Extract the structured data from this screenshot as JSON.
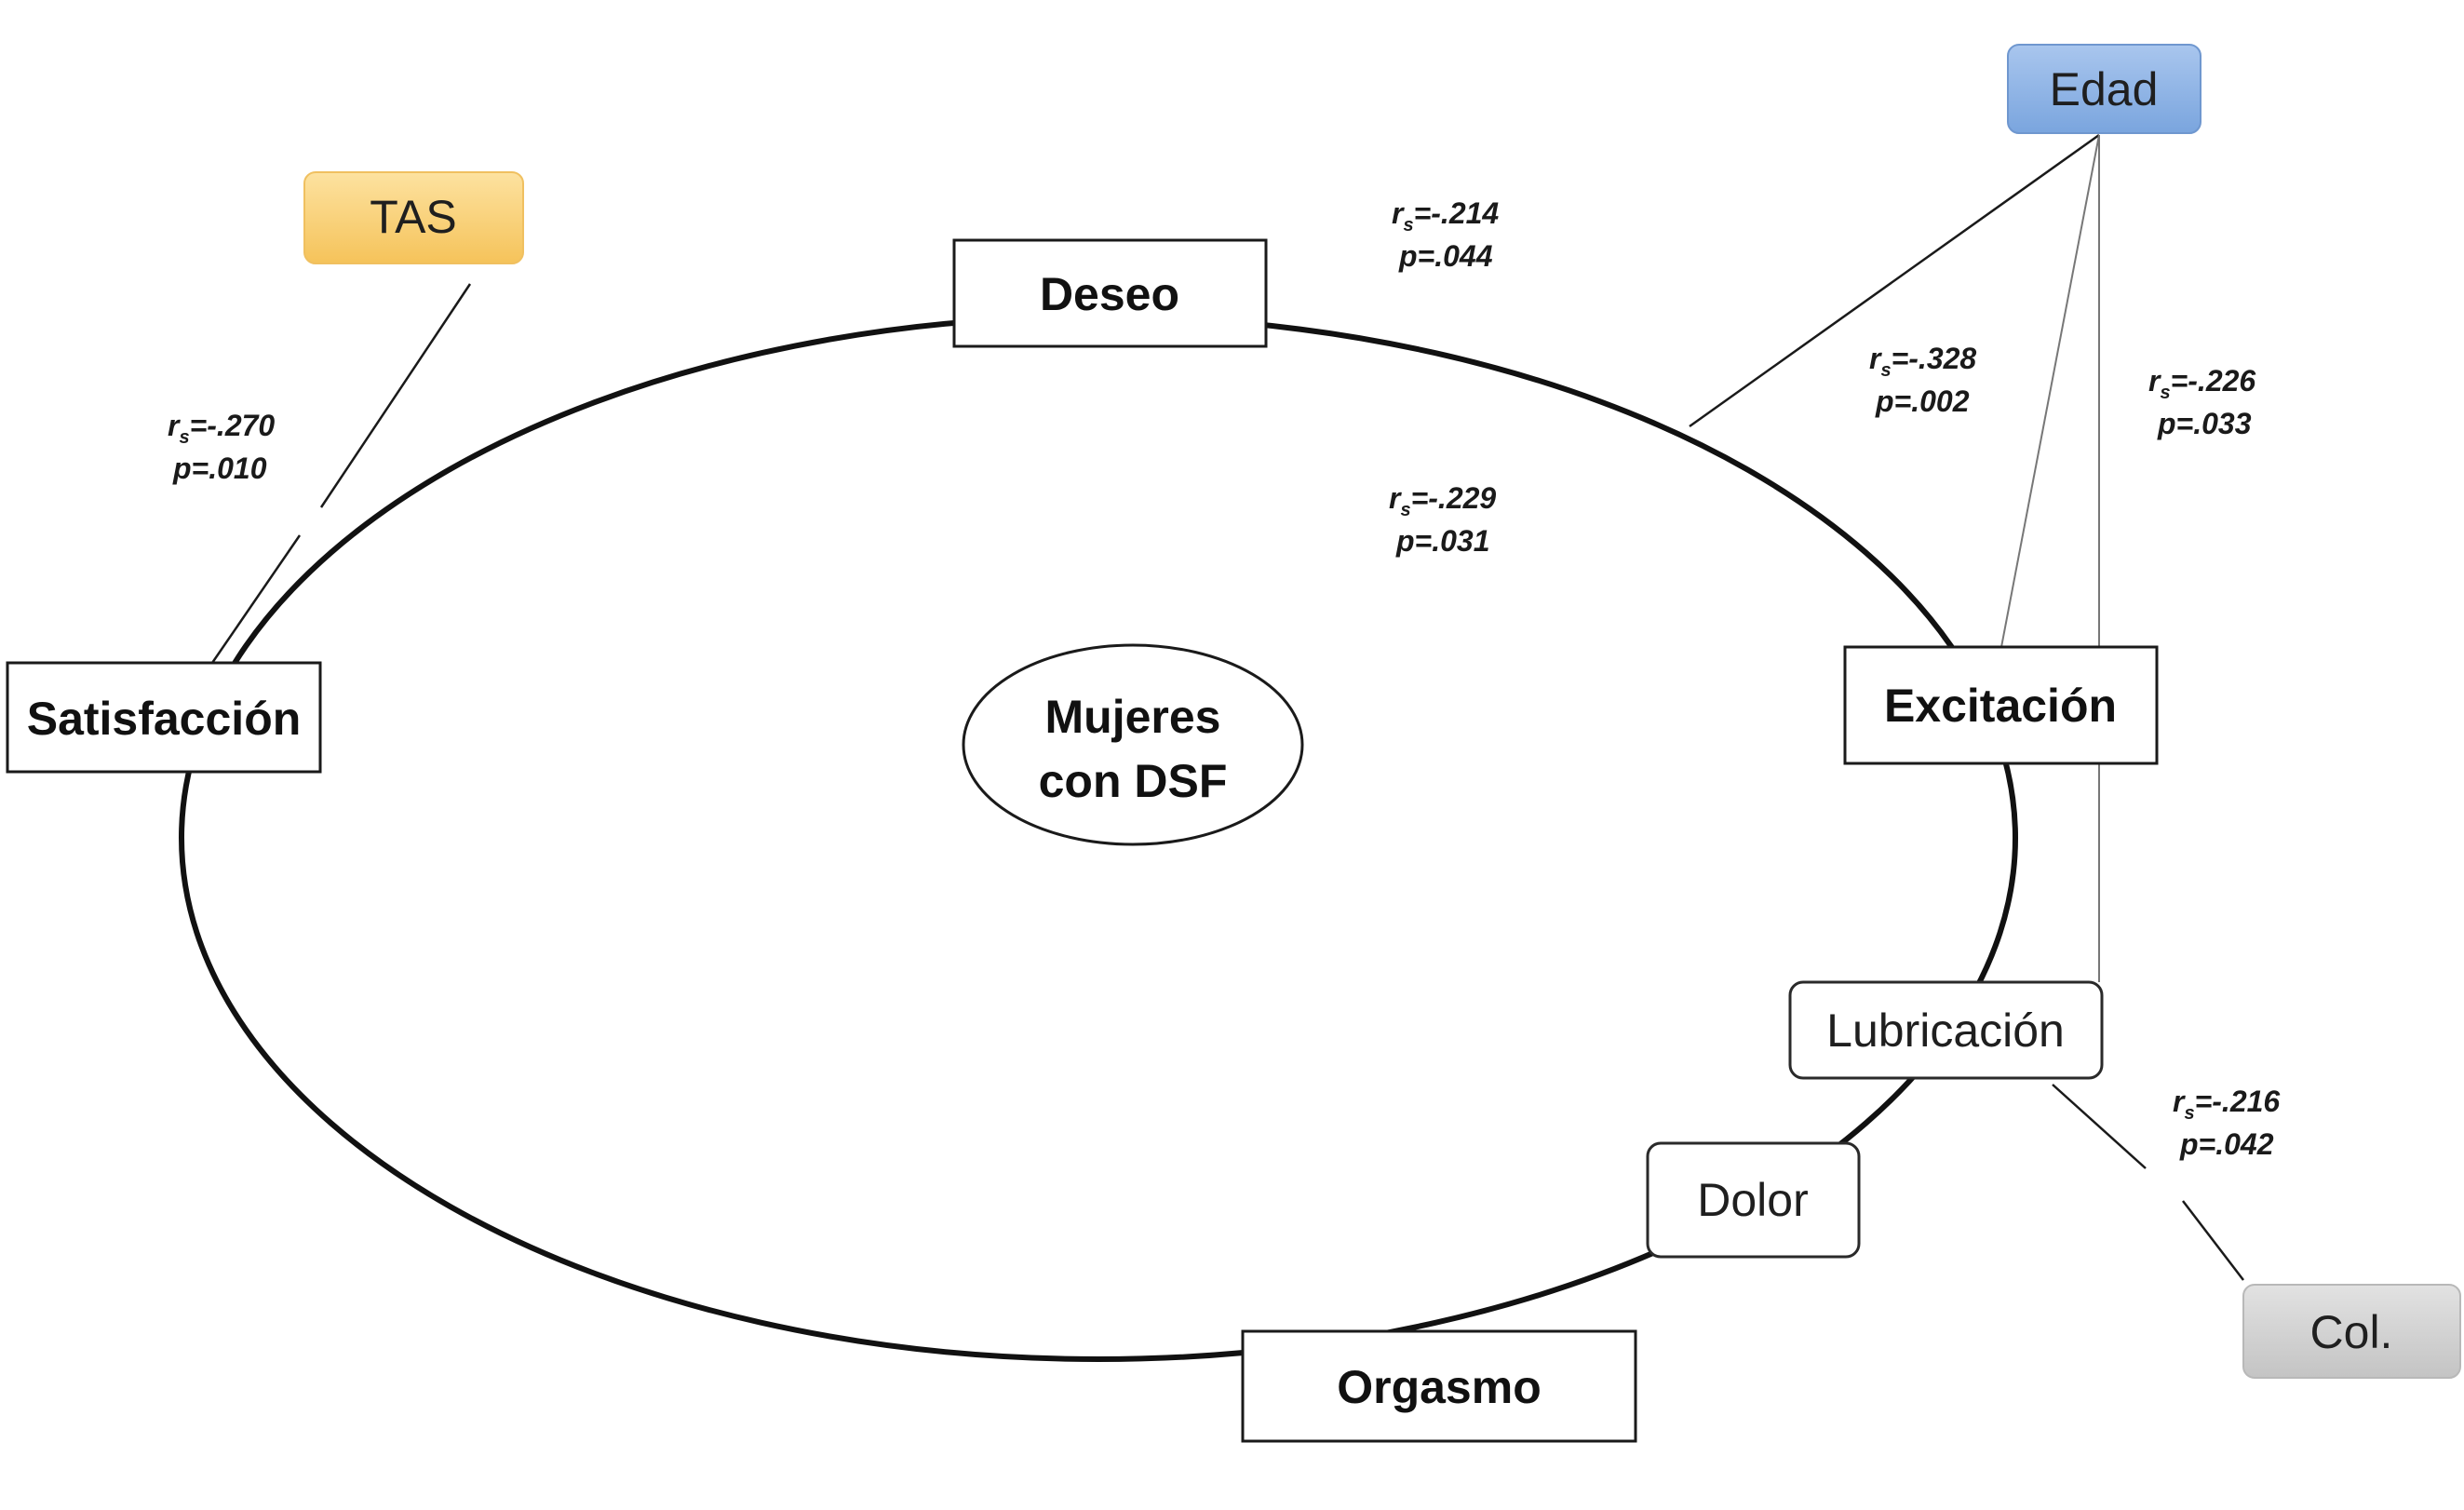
{
  "diagram": {
    "center": {
      "line1": "Mujeres",
      "line2": "con DSF"
    },
    "nodes": {
      "deseo": "Deseo",
      "excitacion": "Excitación",
      "lubricacion": "Lubricación",
      "dolor": "Dolor",
      "orgasmo": "Orgasmo",
      "satisfaccion": "Satisfacción",
      "tas": "TAS",
      "edad": "Edad",
      "col": "Col."
    },
    "colors": {
      "tas_fill": "#f8cf6e",
      "edad_fill": "#8fb4e3",
      "col_fill": "#d3d3d3",
      "line": "#1a1a1a"
    },
    "stats": {
      "tas_satisfaccion": {
        "r": "=-.270",
        "p": "p=.010"
      },
      "edad_deseo": {
        "r": "=-.214",
        "p": "p=.044"
      },
      "edad_excitacion": {
        "r": "=-.328",
        "p": "p=.002"
      },
      "edad_lubricacion": {
        "r": "=-.226",
        "p": "p=.033"
      },
      "deseo_inner": {
        "r": "=-.229",
        "p": "p=.031"
      },
      "col_lubricacion": {
        "r": "=-.216",
        "p": "p=.042"
      }
    },
    "stat_symbol": "r",
    "stat_subscript": "s"
  }
}
